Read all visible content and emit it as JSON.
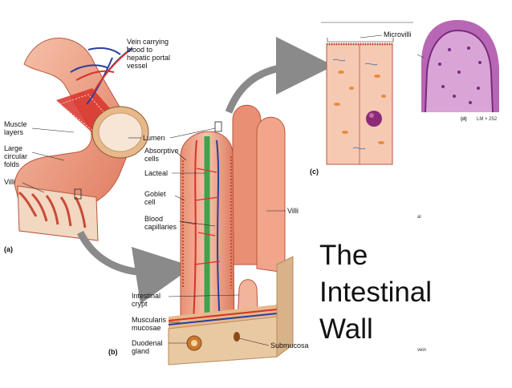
{
  "title": "The\nIntestinal\nWall",
  "labels": {
    "vein": "Vein carrying\nblood to\nhepatic portal\nvessel",
    "muscle_layers": "Muscle\nlayers",
    "circular_folds": "Large\ncircular\nfolds",
    "villi_a": "Villi",
    "panel_a": "(a)",
    "lumen": "Lumen",
    "absorptive_cells": "Absorptive\ncells",
    "lacteal": "Lacteal",
    "goblet_cell": "Goblet\ncell",
    "blood_capillaries": "Blood\ncapillaries",
    "villi_b": "Villi",
    "intestinal_crypt": "Intestinal\ncrypt",
    "muscularis_mucosae": "Muscularis\nmucosae",
    "duodenal_gland": "Duodenal\ngland",
    "submucosa": "Submucosa",
    "panel_b": "(b)",
    "microvilli": "Microvilli",
    "panel_c": "(c)",
    "panel_d": "(d)",
    "lm": "LM × 252",
    "frag_al": "al",
    "frag_vein": "vein"
  },
  "colors": {
    "tissue_light": "#f2b49a",
    "tissue_mid": "#e58a6c",
    "tissue_dark": "#c94a36",
    "muscle_red": "#d8322a",
    "vessel_blue": "#2a3f9e",
    "lacteal_green": "#3fa34d",
    "submucosa_tan": "#e9c9a2",
    "stain_purple": "#9b3fa0",
    "arrow_gray": "#8a8a8a"
  }
}
